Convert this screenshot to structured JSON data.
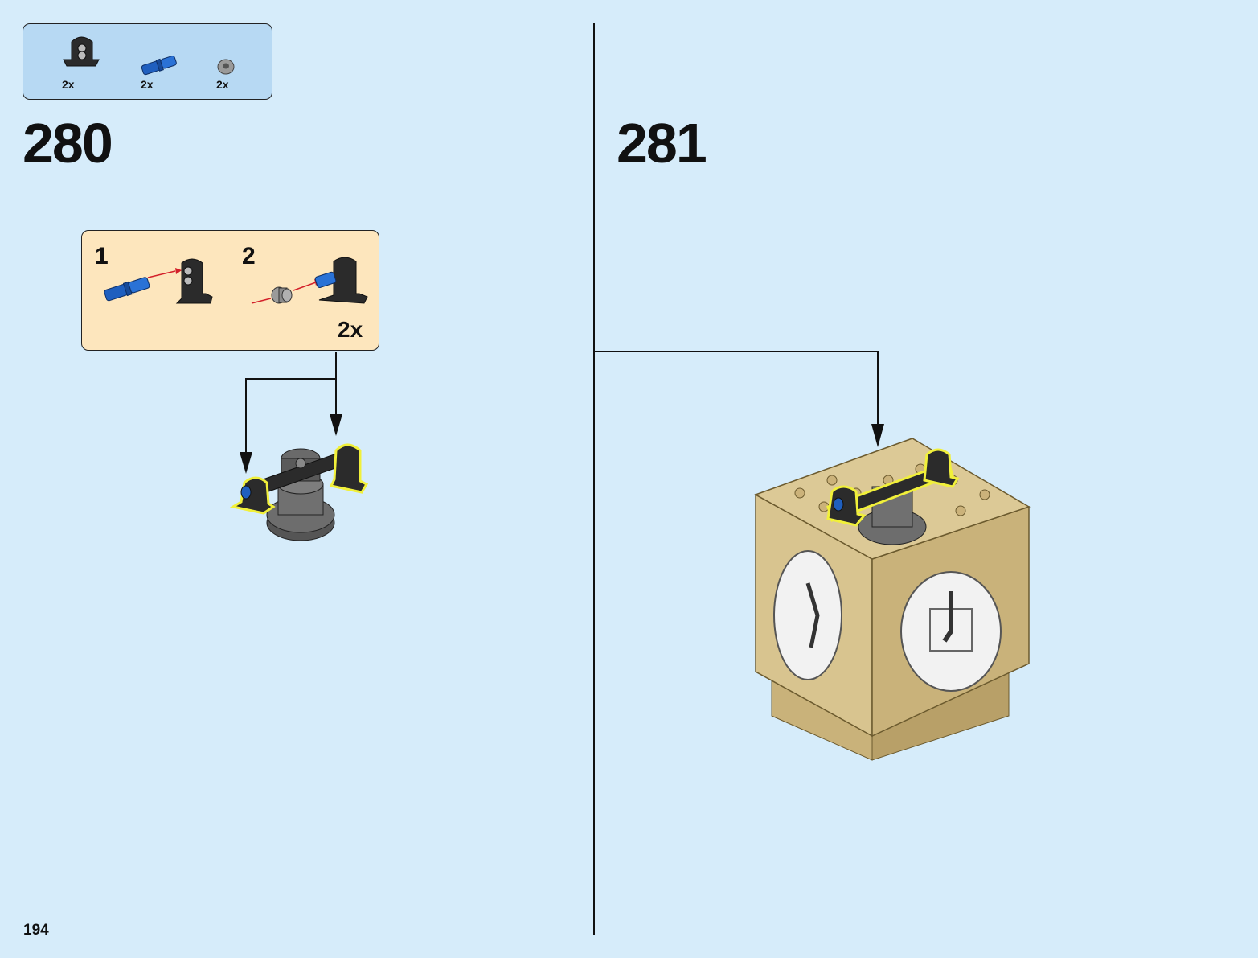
{
  "parts_list": {
    "items": [
      {
        "icon": "technic-axle-holder-black-icon",
        "qty": "2x"
      },
      {
        "icon": "technic-pin-blue-icon",
        "qty": "2x"
      },
      {
        "icon": "bush-gray-icon",
        "qty": "2x"
      }
    ]
  },
  "steps": [
    {
      "number": "280"
    },
    {
      "number": "281"
    }
  ],
  "subassembly": {
    "step1_label": "1",
    "step2_label": "2",
    "multiplier": "2x"
  },
  "page": {
    "number": "194"
  },
  "colors": {
    "background": "#d6ecfa",
    "parts_box": "#b7d9f3",
    "subassembly_box": "#fde6bd",
    "highlight": "#f1f03a",
    "pin_blue": "#1f5fbf",
    "brick_black": "#2b2b2b",
    "tan": "#d8c48f",
    "arrow_red": "#d3202a"
  }
}
